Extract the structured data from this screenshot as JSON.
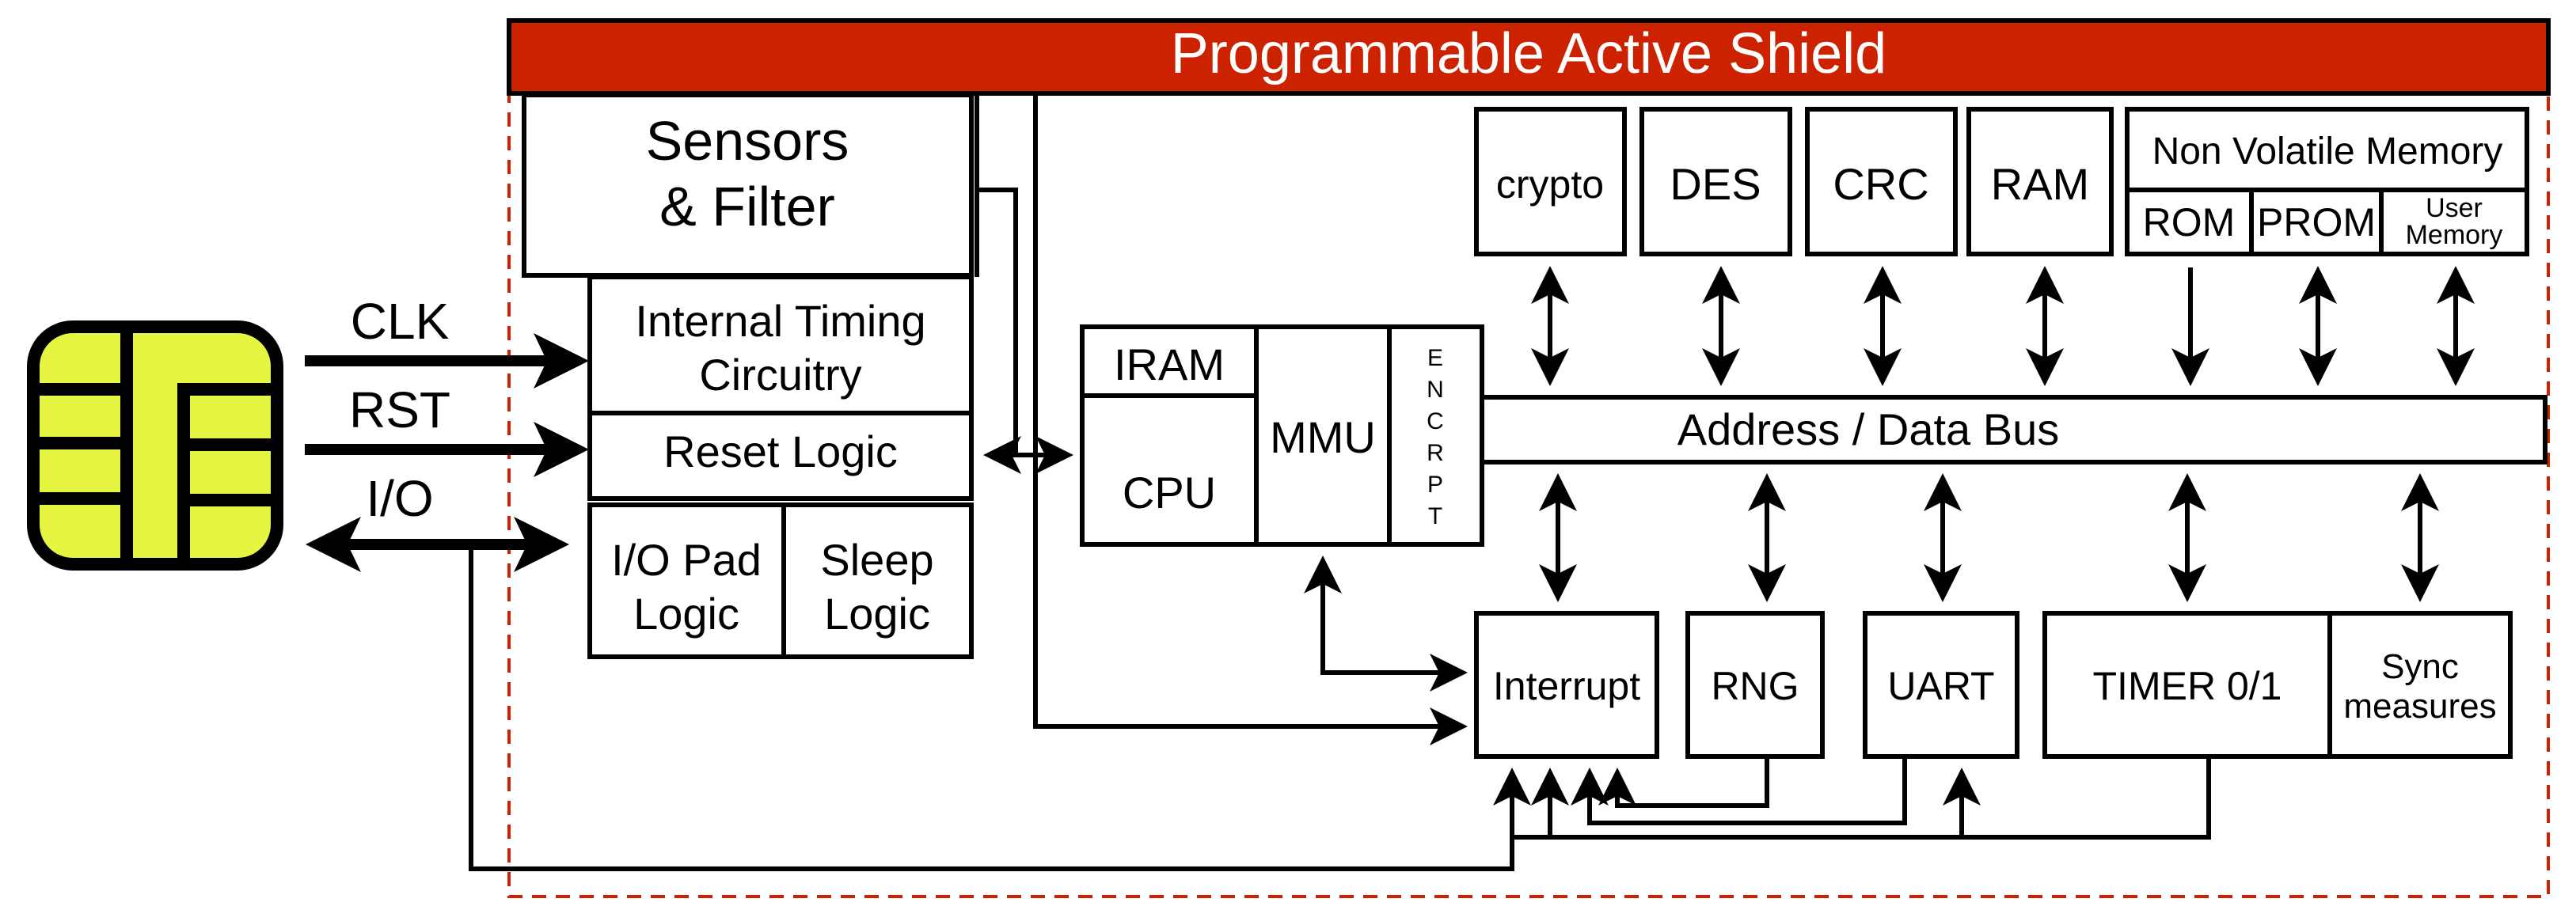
{
  "title": "Programmable Active Shield",
  "colors": {
    "shield_bar": "#cc2200",
    "shield_dash": "#cc2200",
    "chip_fill": "#e6f542",
    "chip_outline": "#000000"
  },
  "pins": {
    "clk": "CLK",
    "rst": "RST",
    "io": "I/O"
  },
  "blocks": {
    "sensors": [
      "Sensors",
      "& Filter"
    ],
    "timing": [
      "Internal Timing",
      "Circuitry"
    ],
    "reset": "Reset Logic",
    "iopad": [
      "I/O Pad",
      "Logic"
    ],
    "sleep": [
      "Sleep",
      "Logic"
    ],
    "iram": "IRAM",
    "cpu": "CPU",
    "mmu": "MMU",
    "encrypt": [
      "E",
      "N",
      "C",
      "R",
      "P",
      "T"
    ],
    "crypto": "crypto",
    "des": "DES",
    "crc": "CRC",
    "ram": "RAM",
    "nvm": "Non Volatile Memory",
    "rom": "ROM",
    "prom": "PROM",
    "user_memory": [
      "User",
      "Memory"
    ],
    "bus": "Address / Data Bus",
    "interrupt": "Interrupt",
    "rng": "RNG",
    "uart": "UART",
    "timer": "TIMER 0/1",
    "sync": [
      "Sync",
      "measures"
    ]
  },
  "icons": {
    "chip": "smart-card-chip-icon"
  }
}
